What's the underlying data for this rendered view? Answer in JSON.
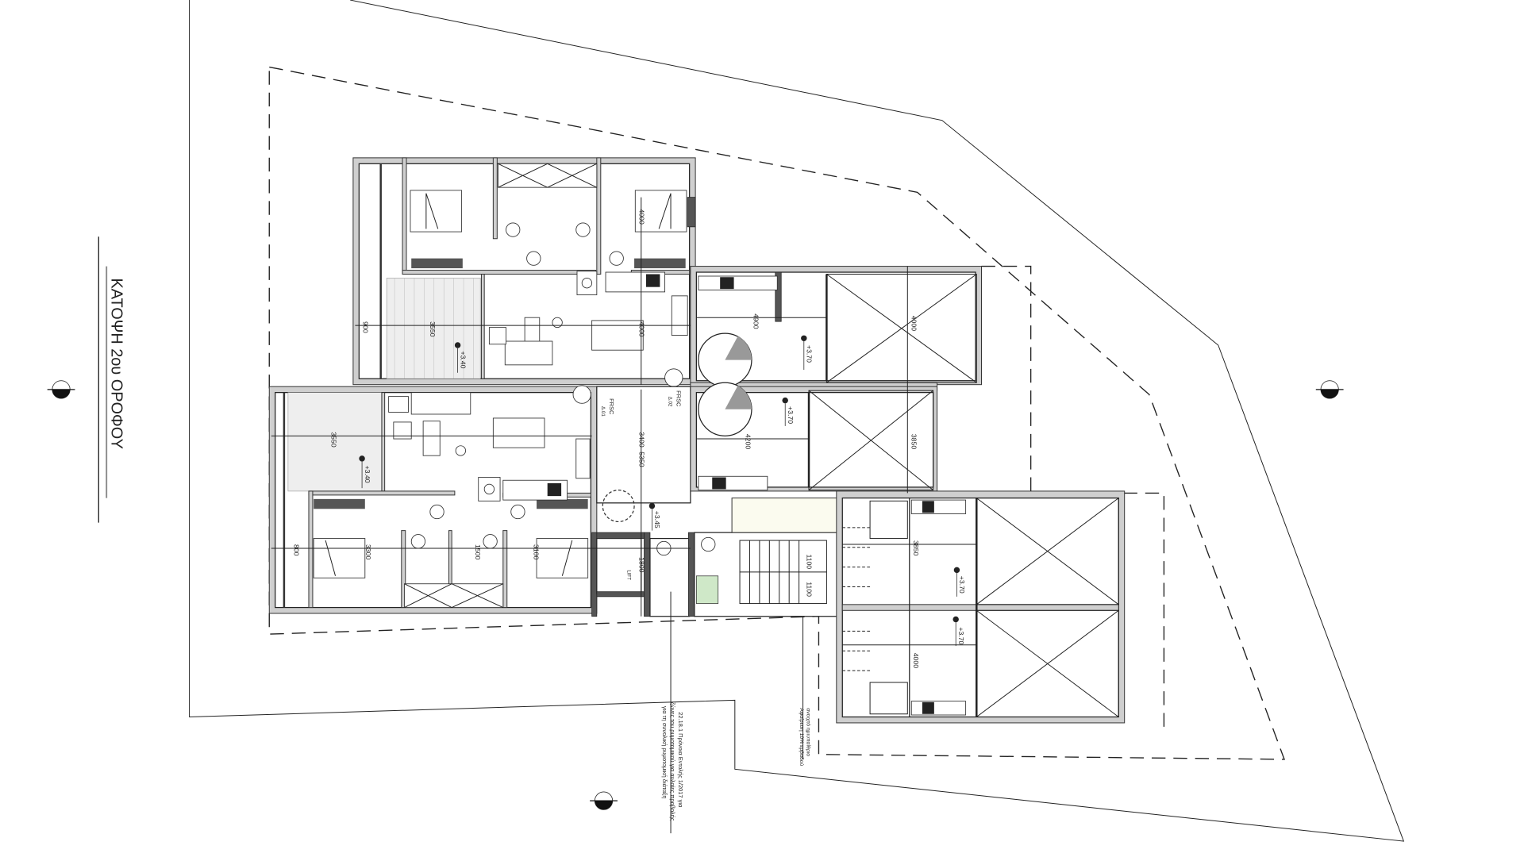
{
  "title": "ΚΑΤΟΨΗ 2ου ΟΡΟΦΟΥ",
  "dimensions": {
    "unit_a_balcony_depth": "900",
    "unit_a_living_width": "3550",
    "unit_a_bedroom": "4000",
    "unit_a_living_depth": "4000",
    "unit_b_living_width": "3550",
    "unit_b_balcony_depth": "800",
    "unit_b_bedroom1": "3300",
    "unit_b_bath": "1500",
    "unit_b_bedroom2": "3100",
    "corridor_width": "3400",
    "corridor_length": "5350",
    "lift": "1800",
    "upper_right_1": "4900",
    "upper_right_void_1": "4000",
    "upper_right_2": "4200",
    "upper_right_void_2": "3850",
    "stair_1": "1100",
    "stair_2": "1100",
    "lower_right_1": "3850",
    "lower_right_2": "4000"
  },
  "levels": {
    "unit_a": "+3.40",
    "unit_b": "+3.40",
    "corridor": "+3.45",
    "right_1": "+3.70",
    "right_2": "+3.70",
    "right_3": "+3.70",
    "right_4": "+3.70"
  },
  "labels": {
    "fire_1": "FRSC",
    "fire_1_code": "Δ.01",
    "fire_2": "FRSC",
    "fire_2_code": "Δ.02",
    "lift": "LIFT"
  },
  "notes": {
    "note_1_line_1": "22.18.1 Πρόνοια Εντολής 1/2017 για",
    "note_1_line_2": "ζώνες του ρυμοτομικού για αυλαίες προβολής",
    "note_1_line_3": "για τη συνολική ρυμοτομική διάταξη",
    "note_2_line_1": "ανοιχτό ημιυπαίθριο",
    "note_2_line_2": "Αφαίρεση 10% εμβαδού"
  }
}
